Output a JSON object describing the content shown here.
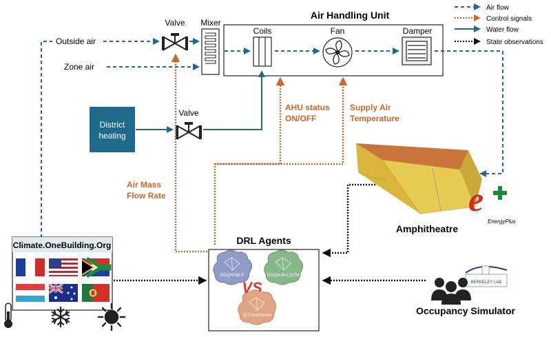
{
  "ahu": {
    "title": "Air Handling Unit",
    "coils": "Coils",
    "fan": "Fan",
    "damper": "Damper"
  },
  "inputs": {
    "outside_air": "Outside air",
    "zone_air": "Zone air",
    "valve_top": "Valve",
    "mixer": "Mixer",
    "valve_bottom": "Valve",
    "district_line1": "District",
    "district_line2": "heating"
  },
  "legend": {
    "air_flow": "Air flow",
    "control_signals": "Control signals",
    "water_flow": "Water flow",
    "state_observations": "State observations"
  },
  "signals": {
    "ahu_status_line1": "AHU status",
    "ahu_status_line2": "ON/OFF",
    "supply_air_line1": "Supply Air",
    "supply_air_line2": "Temperature",
    "air_mass_line1": "Air Mass",
    "air_mass_line2": "Flow Rate"
  },
  "building": {
    "amphitheatre": "Amphitheatre",
    "energyplus_e": "e",
    "energyplus_label": "EnergyPlus"
  },
  "climate": {
    "title": "Climate.OneBuilding.Org"
  },
  "agents": {
    "title": "DRL Agents",
    "mlp": "DDQN-MLP",
    "bilstm": "DDQN-Bi-LSTM",
    "transformer": "Q-Transformer",
    "vs": "VS"
  },
  "occupancy": {
    "label": "Occupancy Simulator",
    "lab_label": "BERKELEY LAB"
  },
  "colors": {
    "air_flow": "#1e6a8a",
    "control": "#c8682a",
    "water": "#1e6a8a",
    "state": "#111111",
    "district": "#1e6a8a",
    "building": "#e6c84a"
  }
}
